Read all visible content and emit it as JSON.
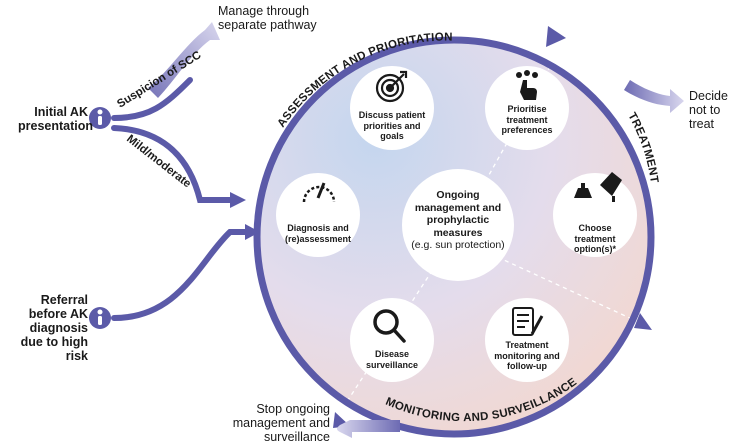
{
  "inputs": {
    "initial_ak": "Initial AK presentation",
    "referral": "Referral before AK diagnosis due to high risk",
    "suspicion_scc": "Suspicion of SCC",
    "mild_moderate": "Mild/moderate"
  },
  "outputs": {
    "manage_separate": "Manage through separate pathway",
    "decide_not_treat": "Decide not to treat",
    "stop_ongoing": "Stop ongoing management and surveillance"
  },
  "arcs": {
    "assessment": "ASSESSMENT AND PRIORITATION",
    "treatment": "TREATMENT",
    "monitoring": "MONITORING AND SURVEILLANCE"
  },
  "nodes": {
    "discuss": "Discuss patient priorities and goals",
    "prioritise": "Prioritise treatment preferences",
    "diagnosis": "Diagnosis and (re)assessment",
    "choose": "Choose treatment option(s)*",
    "surveillance": "Disease surveillance",
    "monitoring": "Treatment monitoring and follow-up"
  },
  "center": {
    "title": "Ongoing management and prophylactic measures",
    "note": "(e.g. sun protection)"
  },
  "colors": {
    "ring": "#5b5aa8",
    "arrow_light": "#a9a6d4",
    "blue_tint": "#cbd9ef",
    "peach_tint": "#f3d9cf",
    "node_fill": "#ffffff",
    "text": "#1a1a1a"
  }
}
